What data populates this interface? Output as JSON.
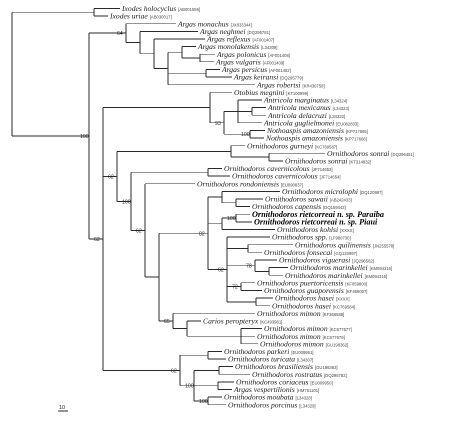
{
  "taxa": [
    {
      "name": "Ixodes holocyclus",
      "acc": "[AB001556]"
    },
    {
      "name": "Ixodes uriae",
      "acc": "[AB030017]"
    },
    {
      "name": "Argas monachus",
      "acc": "[JX833344]"
    },
    {
      "name": "Argas neghmei",
      "acc": "[DQ295781]"
    },
    {
      "name": "Argas reflexus",
      "acc": "[AF001407]"
    },
    {
      "name": "Argas monolakensis",
      "acc": "[L34309]"
    },
    {
      "name": "Argas polonicus",
      "acc": "[AF001408]"
    },
    {
      "name": "Argas vulgaris",
      "acc": "[AF001409]"
    },
    {
      "name": "Argas persicus",
      "acc": "[AF001402]"
    },
    {
      "name": "Argas keiransi",
      "acc": "[DQ295779]"
    },
    {
      "name": "Argas robertsi",
      "acc": "[KR430758]"
    },
    {
      "name": "Otobius megnini",
      "acc": "[KT100999]"
    },
    {
      "name": "Antricola marginatus",
      "acc": "[L34324]"
    },
    {
      "name": "Antricola mexicanus",
      "acc": "[L34323]"
    },
    {
      "name": "Antricola delacruzi",
      "acc": "[L34322]"
    },
    {
      "name": "Antricola guglielmonei",
      "acc": "[EU082833]"
    },
    {
      "name": "Nothoaspis amazoniensis",
      "acc": "[KP717665]"
    },
    {
      "name": "Nothoaspis amazoniensis",
      "acc": "[KP717666]"
    },
    {
      "name": "Ornithodoros gurneyi",
      "acc": "[KC769587]"
    },
    {
      "name": "Ornithodoros sonrai",
      "acc": "[DQ296451]"
    },
    {
      "name": "Ornithodoros sonrai",
      "acc": "[KT314832]"
    },
    {
      "name": "Ornithodoros cavernicolous",
      "acc": "[JF714653]"
    },
    {
      "name": "Ornithodoros cavernicolous",
      "acc": "[JF714654]"
    },
    {
      "name": "Ornithodoros rondoniensis",
      "acc": "[EU090837]"
    },
    {
      "name": "Ornithodoros microlophi",
      "acc": "[DQ120997]"
    },
    {
      "name": "Ornithodoros sawaii",
      "acc": "[AB242433]"
    },
    {
      "name": "Ornithodoros capensis",
      "acc": "[DQ159442]"
    },
    {
      "name": "Ornithodoros rietcorreai n. sp. Paraiba",
      "acc": "",
      "hl": true
    },
    {
      "name": "Ornithodoros rietcorreai n. sp. Piaui",
      "acc": "",
      "hl": true
    },
    {
      "name": "Ornithodoros kohlsi",
      "acc": "[XXXX]"
    },
    {
      "name": "Ornithodoros spp.",
      "acc": "[LF980730]"
    },
    {
      "name": "Ornithodoros quilinensis",
      "acc": "[JN255578]"
    },
    {
      "name": "Ornithodoros fonsecai",
      "acc": "[GQ120997]"
    },
    {
      "name": "Ornithodoros viguerasi",
      "acc": "[JQ296562]"
    },
    {
      "name": "Ornithodoros marinkellei",
      "acc": "[KM094315]"
    },
    {
      "name": "Ornithodoros marinkellei",
      "acc": "[KM094316]"
    },
    {
      "name": "Ornithodoros puertoricensis",
      "acc": "[KF059800]"
    },
    {
      "name": "Ornithodoros guaporensis",
      "acc": "[KF466007]"
    },
    {
      "name": "Ornithodoros hasei",
      "acc": "[XXXX]"
    },
    {
      "name": "Ornithodoros hasei",
      "acc": "[KC769584]"
    },
    {
      "name": "Ornithodoros mimon",
      "acc": "[KF366588]"
    },
    {
      "name": "Carios peropteryx",
      "acc": "[KC493961]"
    },
    {
      "name": "Ornithodoros mimon",
      "acc": "[KC677677]"
    },
    {
      "name": "Ornithodoros mimon",
      "acc": "[KC677679]"
    },
    {
      "name": "Ornithodoros mimon",
      "acc": "[GU198362]"
    },
    {
      "name": "Ornithodoros parkeri",
      "acc": "[EU009951]"
    },
    {
      "name": "Ornithodoros turicata",
      "acc": "[L34307]"
    },
    {
      "name": "Ornithodoros brasiliensis",
      "acc": "[GU198363]"
    },
    {
      "name": "Ornithodoros rostratus",
      "acc": "[DQ295782]"
    },
    {
      "name": "Ornithodoros coriaceus",
      "acc": "[EU009950]"
    },
    {
      "name": "Argas vespertilionis",
      "acc": "[HM751101]"
    },
    {
      "name": "Ornithodoros moubata",
      "acc": "[L34328]"
    },
    {
      "name": "Ornithodoros porcinus",
      "acc": "[L34329]"
    }
  ],
  "tree": {
    "c": [
      {
        "c": [
          0,
          1
        ]
      },
      {
        "b": "100",
        "c": [
          {
            "b": "64",
            "c": [
              2,
              {
                "c": [
                  3,
                  {
                    "c": [
                      4,
                      {
                        "c": [
                          {
                            "c": [
                              5,
                              {
                                "c": [
                                  6,
                                  7
                                ]
                              }
                            ]
                          },
                          {
                            "c": [
                              8,
                              9
                            ]
                          },
                          10
                        ]
                      }
                    ]
                  }
                ]
              }
            ]
          },
          {
            "b": "62",
            "c": [
              {
                "c": [
                  11,
                  {
                    "b": "93",
                    "c": [
                      {
                        "c": [
                          12,
                          {
                            "c": [
                              13,
                              14
                            ]
                          },
                          15
                        ]
                      },
                      {
                        "b": "100",
                        "c": [
                          16,
                          17
                        ]
                      }
                    ]
                  }
                ]
              },
              {
                "b": "62",
                "c": [
                  {
                    "c": [
                      18,
                      {
                        "c": [
                          19,
                          20
                        ]
                      }
                    ]
                  },
                  {
                    "b": "100",
                    "c": [
                      {
                        "c": [
                          21,
                          22
                        ]
                      },
                      {
                        "b": "62",
                        "c": [
                          23,
                          {
                            "c": [
                              {
                                "b": "82",
                                "c": [
                                  {
                                    "c": [
                                      24,
                                      {
                                        "c": [
                                          25,
                                          26
                                        ]
                                      }
                                    ]
                                  },
                                  {
                                    "c": [
                                      {
                                        "b": "100",
                                        "c": [
                                          27,
                                          28
                                        ]
                                      },
                                      29
                                    ]
                                  },
                                  {
                                    "b": "62",
                                    "c": [
                                      30,
                                      {
                                        "c": [
                                          31,
                                          32
                                        ]
                                      },
                                      {
                                        "b": "78",
                                        "c": [
                                          33,
                                          {
                                            "c": [
                                              34,
                                              35
                                            ]
                                          }
                                        ]
                                      },
                                      {
                                        "b": "72",
                                        "c": [
                                          36,
                                          37
                                        ]
                                      },
                                      {
                                        "c": [
                                          38,
                                          39
                                        ]
                                      }
                                    ]
                                  }
                                ]
                              },
                              {
                                "b": "65",
                                "c": [
                                  40,
                                  {
                                    "c": [
                                      41,
                                      {
                                        "c": [
                                          42,
                                          43,
                                          44
                                        ]
                                      }
                                    ]
                                  }
                                ]
                              }
                            ]
                          }
                        ]
                      }
                    ]
                  }
                ]
              },
              {
                "b": "62",
                "c": [
                  {
                    "c": [
                      45,
                      46
                    ]
                  },
                  {
                    "b": "100",
                    "c": [
                      {
                        "c": [
                          47,
                          48
                        ]
                      },
                      {
                        "c": [
                          49,
                          50
                        ]
                      },
                      {
                        "b": "100",
                        "c": [
                          51,
                          52
                        ]
                      }
                    ]
                  }
                ]
              }
            ]
          }
        ]
      }
    ]
  },
  "scale_bar": {
    "label": "10"
  }
}
